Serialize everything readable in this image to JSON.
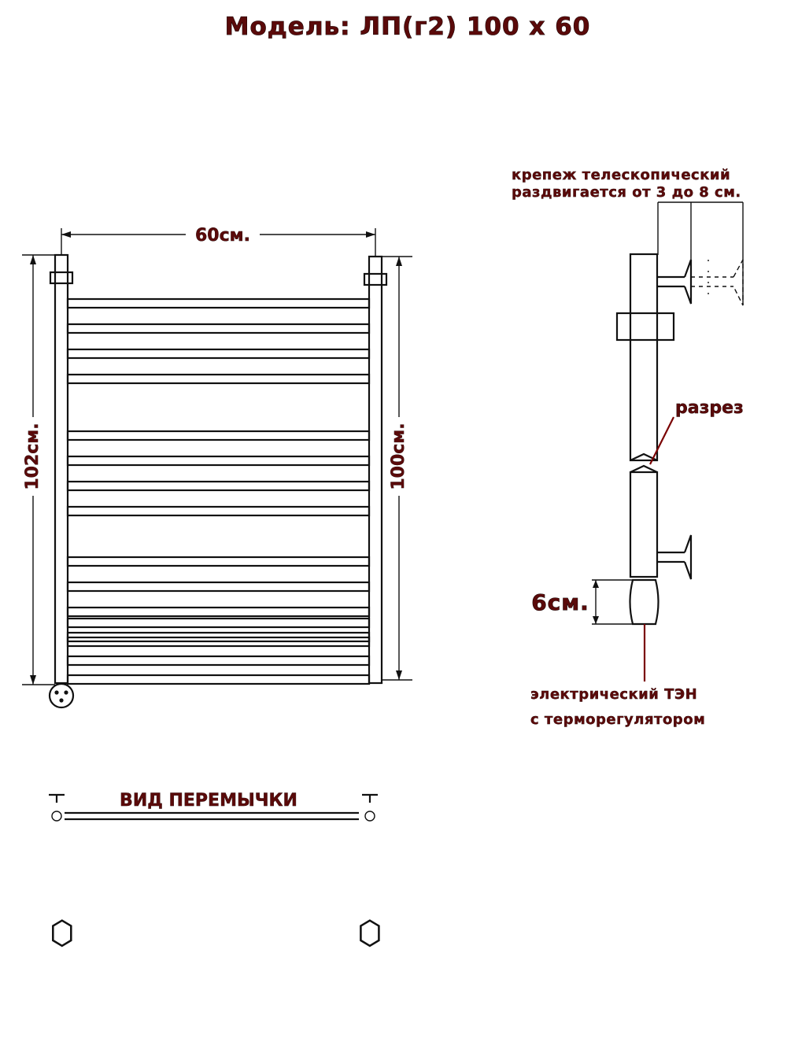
{
  "title": "Модель: ЛП(г2) 100 х 60",
  "dimensions": {
    "width": "60см.",
    "height_left": "102см.",
    "height_right": "100см.",
    "ten_length": "6см."
  },
  "side_view": {
    "mount_line1": "крепеж телескопический",
    "mount_line2": "раздвигается от 3 до 8 см.",
    "cut": "разрез",
    "ten_line1": "электрический   ТЭН",
    "ten_line2": "с терморегулятором"
  },
  "jumper_label": "ВИД ПЕРЕМЫЧКИ",
  "rungs": {
    "count": 16
  },
  "colors": {
    "label": "#5a0a0a",
    "line": "#111111",
    "leader": "#7a0000"
  }
}
